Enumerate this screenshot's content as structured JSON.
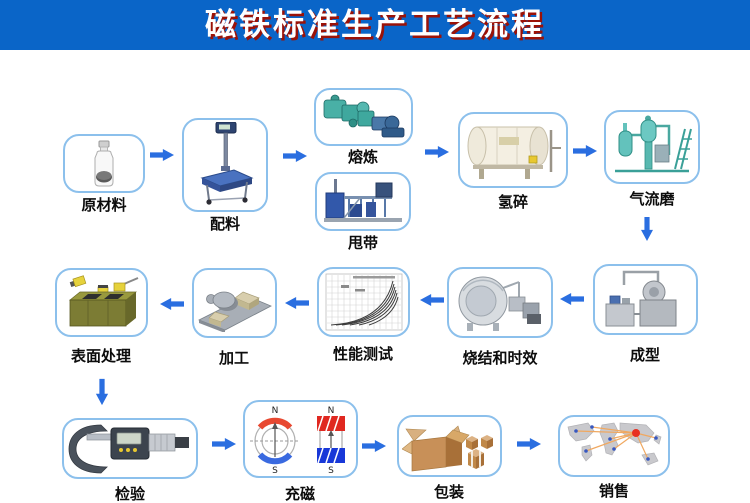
{
  "banner": {
    "title": "磁铁标准生产工艺流程",
    "bg_color": "#0a65c8",
    "text_color": "#ffffff",
    "text_shadow_color": "#9b1208"
  },
  "colors": {
    "arrow": "#2a6ee0",
    "node_border": "#8cc0ec",
    "label_text": "#0c0c0c",
    "background": "#ffffff"
  },
  "steps": {
    "raw_material": {
      "label": "原材料",
      "icon": "bottle-icon"
    },
    "batching": {
      "label": "配料",
      "icon": "platform-scale-icon"
    },
    "melting": {
      "label": "熔炼",
      "icon": "melting-furnace-icon"
    },
    "strip_casting": {
      "label": "甩带",
      "icon": "strip-casting-machine-icon"
    },
    "hydrogen_crushing": {
      "label": "氢碎",
      "icon": "hydrogen-tank-icon"
    },
    "jet_milling": {
      "label": "气流磨",
      "icon": "jet-mill-icon"
    },
    "molding": {
      "label": "成型",
      "icon": "press-machine-icon"
    },
    "sintering_aging": {
      "label": "烧结和时效",
      "icon": "sintering-furnace-icon"
    },
    "performance_testing": {
      "label": "性能测试",
      "icon": "curves-chart-icon"
    },
    "machining": {
      "label": "加工",
      "icon": "machining-tool-icon"
    },
    "surface_treatment": {
      "label": "表面处理",
      "icon": "plating-tank-icon"
    },
    "inspection": {
      "label": "检验",
      "icon": "micrometer-icon"
    },
    "magnetizing": {
      "label": "充磁",
      "icon": "magnet-poles-icon",
      "pole_north": "N",
      "pole_south": "S"
    },
    "packaging": {
      "label": "包装",
      "icon": "carton-boxes-icon"
    },
    "sales": {
      "label": "销售",
      "icon": "world-map-icon"
    }
  },
  "flow_sequence": [
    "raw_material",
    "batching",
    [
      "melting",
      "strip_casting"
    ],
    "hydrogen_crushing",
    "jet_milling",
    "molding",
    "sintering_aging",
    "performance_testing",
    "machining",
    "surface_treatment",
    "inspection",
    "magnetizing",
    "packaging",
    "sales"
  ]
}
